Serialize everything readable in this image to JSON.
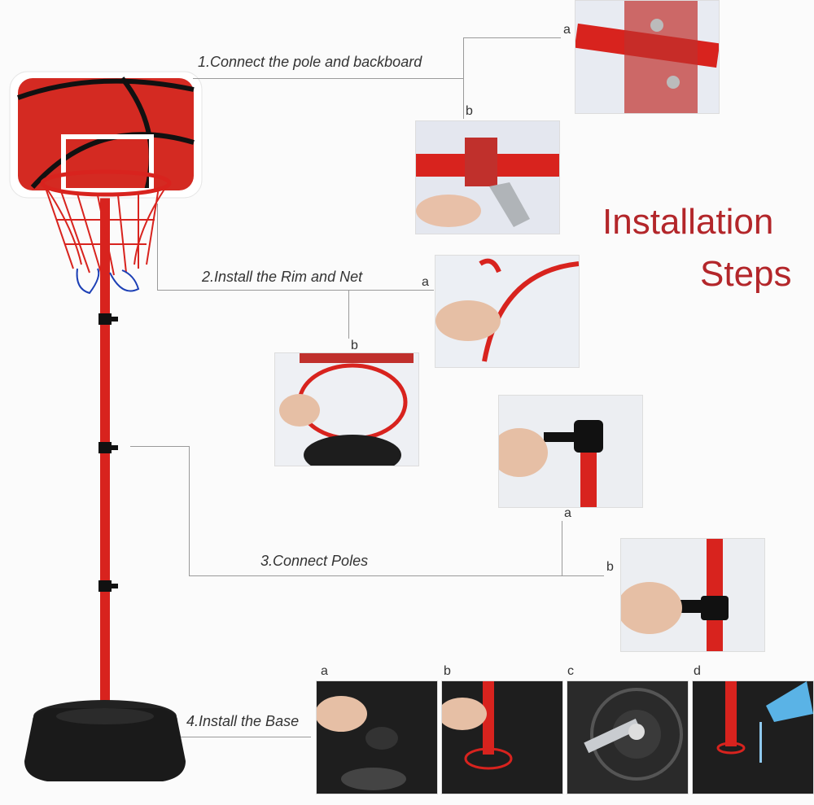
{
  "title": {
    "line1": "Installation",
    "line2": "Steps"
  },
  "steps": [
    {
      "label": "1.Connect the pole and backboard",
      "parts": [
        "a",
        "b"
      ]
    },
    {
      "label": "2.Install the Rim and Net",
      "parts": [
        "a",
        "b"
      ]
    },
    {
      "label": "3.Connect Poles",
      "parts": [
        "a",
        "b"
      ]
    },
    {
      "label": "4.Install the Base",
      "parts": [
        "a",
        "b",
        "c",
        "d"
      ]
    }
  ],
  "colors": {
    "red": "#d8231e",
    "dark": "#1a1a1a",
    "title": "#b3262a"
  }
}
